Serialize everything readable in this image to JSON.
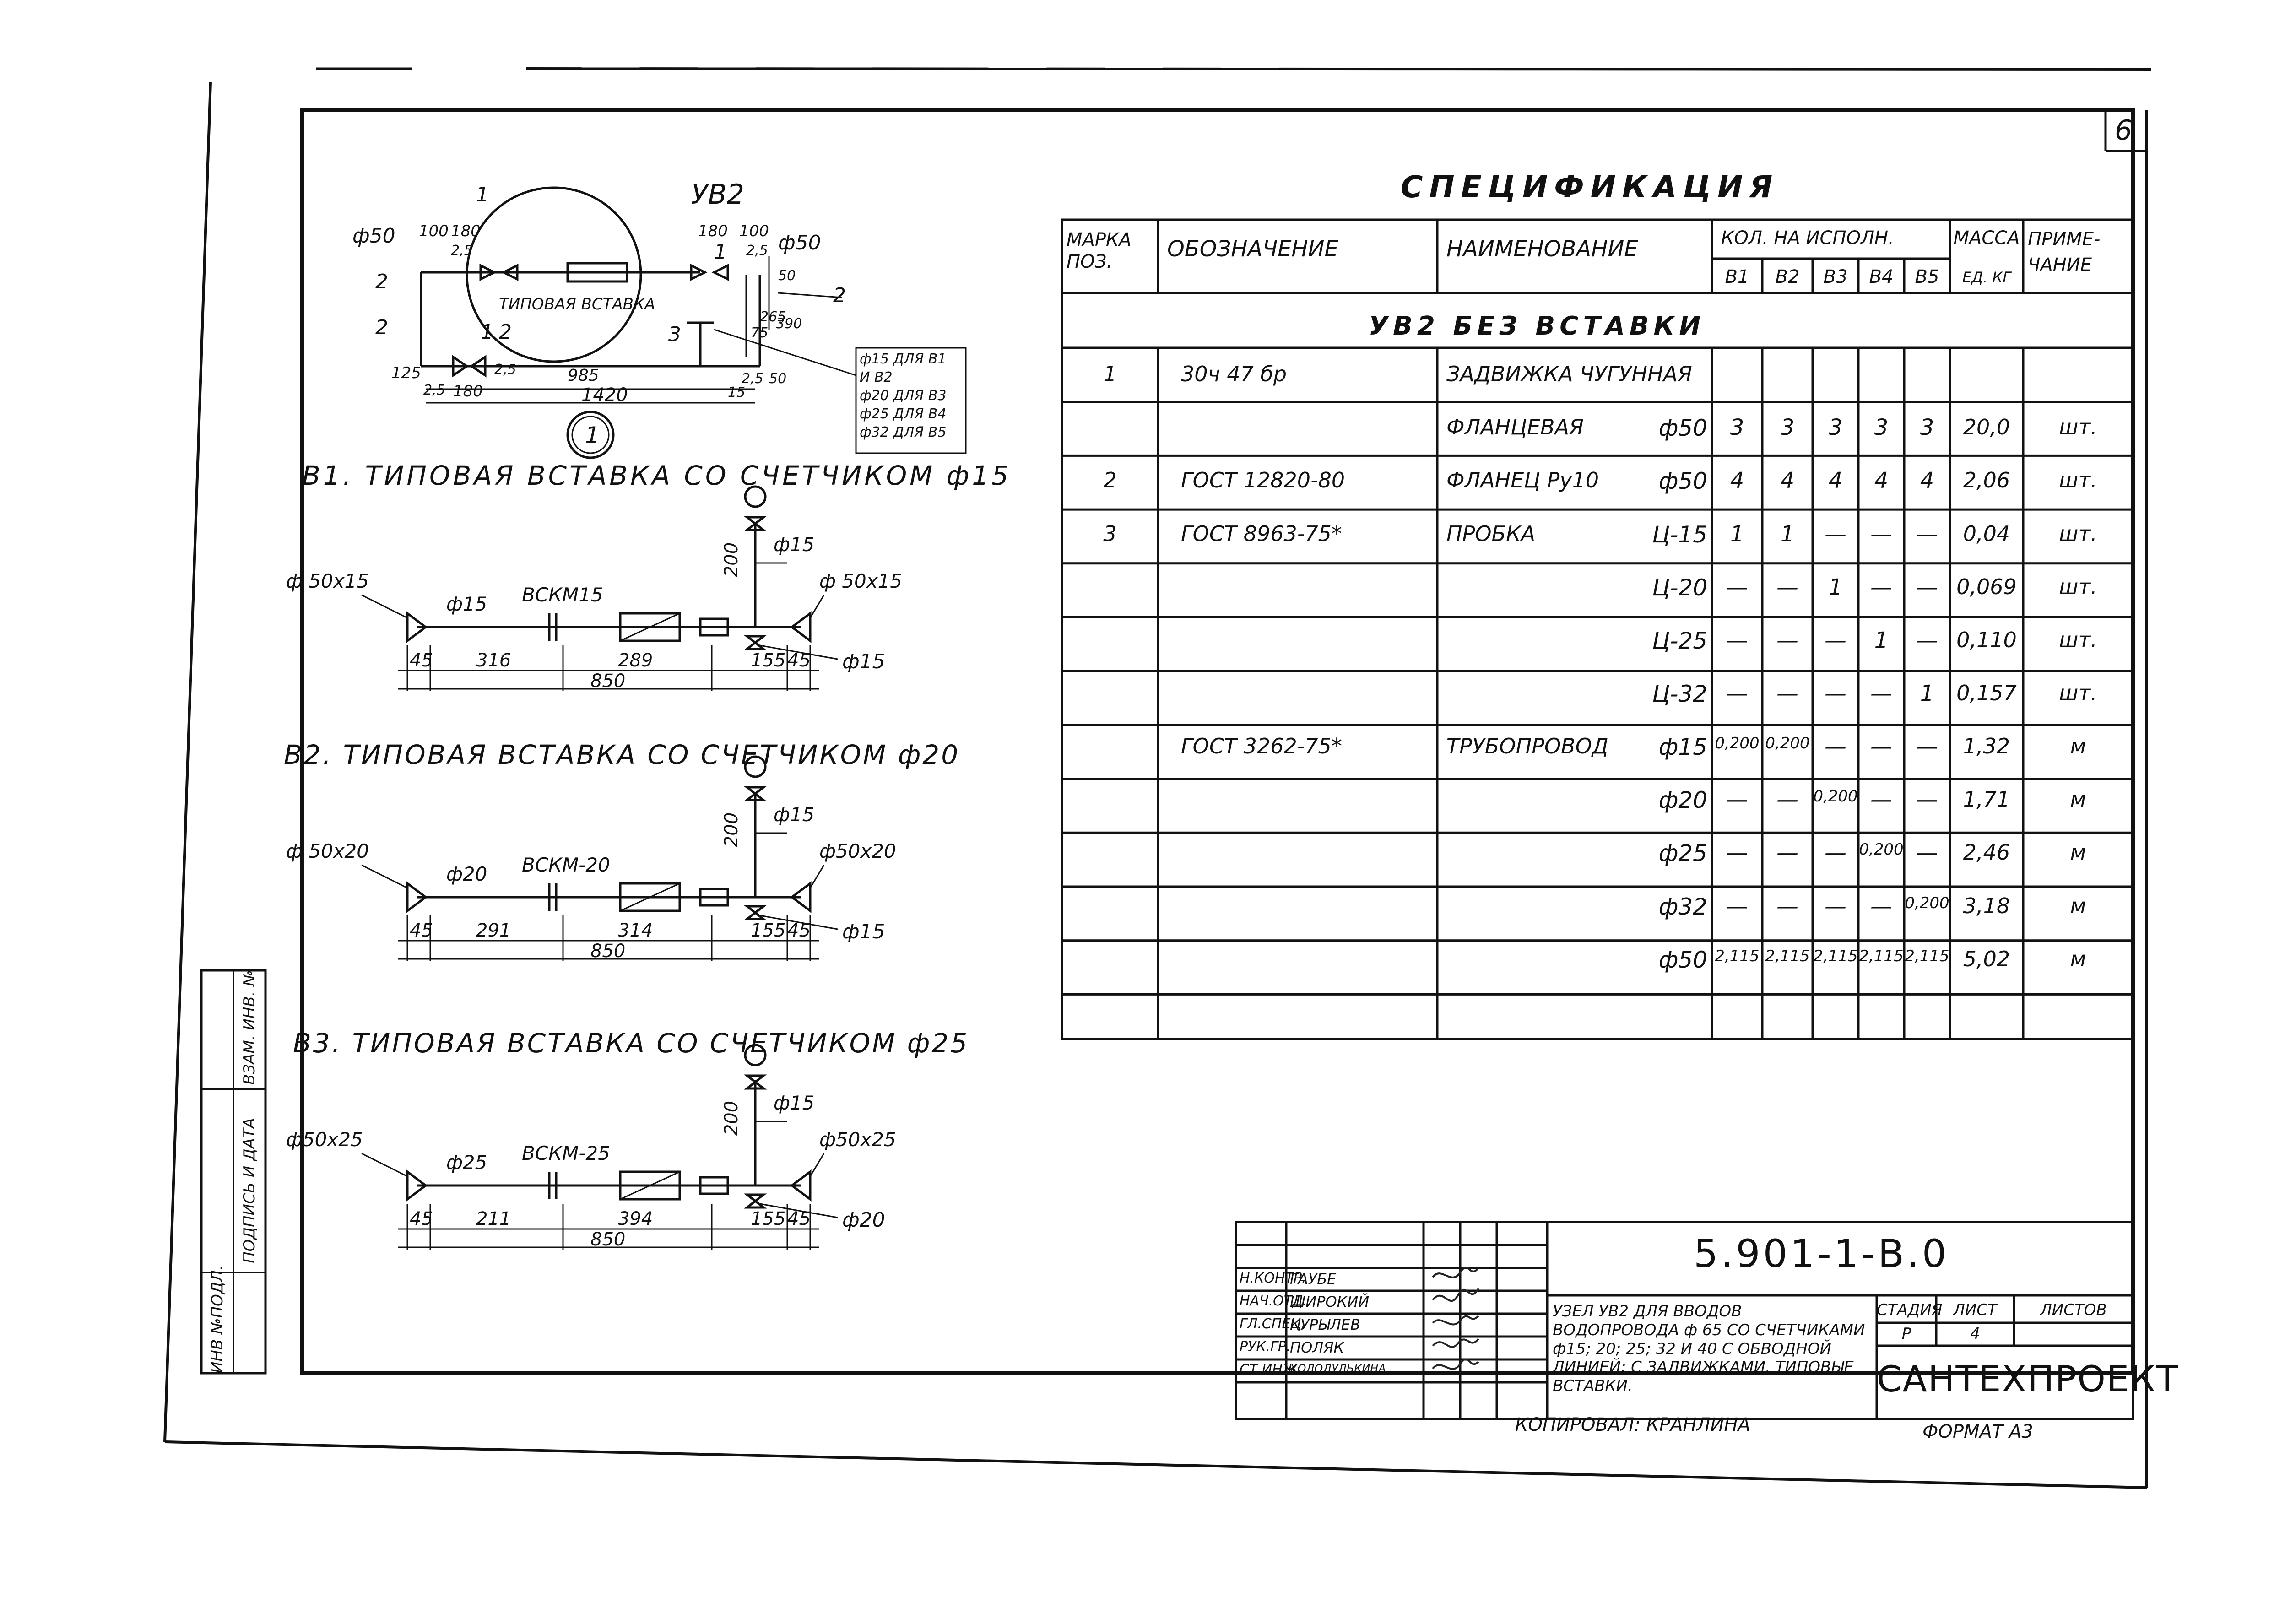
{
  "page": {
    "sheet_corner_number": "6"
  },
  "spec": {
    "title": "СПЕЦИФИКАЦИЯ",
    "headers": {
      "mark": "МАРКА ПОЗ.",
      "designation": "ОБОЗНАЧЕНИЕ",
      "name": "НАИМЕНОВАНИЕ",
      "qty": "КОЛ. НА ИСПОЛН.",
      "variants": [
        "В1",
        "В2",
        "В3",
        "В4",
        "В5"
      ],
      "mass": "МАССА",
      "mass_unit": "ЕД. КГ",
      "note": "ПРИМЕ- ЧАНИЕ"
    },
    "section_title": "УВ2 БЕЗ ВСТАВКИ",
    "rows": [
      {
        "mark": "1",
        "designation": "30ч 47 бр",
        "name": "ЗАДВИЖКА ЧУГУННАЯ",
        "size": "",
        "q": [
          "",
          "",
          "",
          "",
          ""
        ],
        "mass": "",
        "note": ""
      },
      {
        "mark": "",
        "designation": "",
        "name": "ФЛАНЦЕВАЯ",
        "size": "ф50",
        "q": [
          "3",
          "3",
          "3",
          "3",
          "3"
        ],
        "mass": "20,0",
        "note": "шт."
      },
      {
        "mark": "2",
        "designation": "ГОСТ 12820-80",
        "name": "ФЛАНЕЦ Ру10",
        "size": "ф50",
        "q": [
          "4",
          "4",
          "4",
          "4",
          "4"
        ],
        "mass": "2,06",
        "note": "шт."
      },
      {
        "mark": "3",
        "designation": "ГОСТ 8963-75*",
        "name": "ПРОБКА",
        "size": "Ц-15",
        "q": [
          "1",
          "1",
          "—",
          "—",
          "—"
        ],
        "mass": "0,04",
        "note": "шт."
      },
      {
        "mark": "",
        "designation": "",
        "name": "",
        "size": "Ц-20",
        "q": [
          "—",
          "—",
          "1",
          "—",
          "—"
        ],
        "mass": "0,069",
        "note": "шт."
      },
      {
        "mark": "",
        "designation": "",
        "name": "",
        "size": "Ц-25",
        "q": [
          "—",
          "—",
          "—",
          "1",
          "—"
        ],
        "mass": "0,110",
        "note": "шт."
      },
      {
        "mark": "",
        "designation": "",
        "name": "",
        "size": "Ц-32",
        "q": [
          "—",
          "—",
          "—",
          "—",
          "1"
        ],
        "mass": "0,157",
        "note": "шт."
      },
      {
        "mark": "",
        "designation": "ГОСТ 3262-75*",
        "name": "ТРУБОПРОВОД",
        "size": "ф15",
        "q": [
          "0,200",
          "0,200",
          "—",
          "—",
          "—"
        ],
        "mass": "1,32",
        "note": "м"
      },
      {
        "mark": "",
        "designation": "",
        "name": "",
        "size": "ф20",
        "q": [
          "—",
          "—",
          "0,200",
          "—",
          "—"
        ],
        "mass": "1,71",
        "note": "м"
      },
      {
        "mark": "",
        "designation": "",
        "name": "",
        "size": "ф25",
        "q": [
          "—",
          "—",
          "—",
          "0,200",
          "—"
        ],
        "mass": "2,46",
        "note": "м"
      },
      {
        "mark": "",
        "designation": "",
        "name": "",
        "size": "ф32",
        "q": [
          "—",
          "—",
          "—",
          "—",
          "0,200"
        ],
        "mass": "3,18",
        "note": "м"
      },
      {
        "mark": "",
        "designation": "",
        "name": "",
        "size": "ф50",
        "q": [
          "2,115",
          "2,115",
          "2,115",
          "2,115",
          "2,115"
        ],
        "mass": "5,02",
        "note": "м"
      },
      {
        "mark": "",
        "designation": "",
        "name": "",
        "size": "",
        "q": [
          "",
          "",
          "",
          "",
          ""
        ],
        "mass": "",
        "note": ""
      }
    ]
  },
  "drawings": {
    "main": {
      "title": "УВ2",
      "insert_label": "ТИПОВАЯ ВСТАВКА",
      "callouts": [
        "1",
        "2",
        "2",
        "3",
        "1",
        "2",
        "1",
        "2"
      ],
      "dims": [
        "ф50",
        "ф50",
        "100",
        "180",
        "180",
        "100",
        "2,5",
        "2,5",
        "265",
        "75",
        "390",
        "50",
        "125",
        "180",
        "2,5",
        "985",
        "1420",
        "15",
        "50",
        "2,5",
        "2,5"
      ],
      "legend": [
        "ф15 ДЛЯ В1",
        "И В2",
        "ф20 ДЛЯ В3",
        "ф25 ДЛЯ В4",
        "ф32 ДЛЯ В5"
      ],
      "detail_mark": "1"
    },
    "b1": {
      "title": "В1. ТИПОВАЯ ВСТАВКА СО СЧЕТЧИКОМ ф15",
      "pipe_left": "ф 50х15",
      "pipe_right": "ф 50х15",
      "pipe_size": "ф15",
      "meter": "ВСКМ15",
      "riser_size": "ф15",
      "bottom_size": "ф15",
      "h": "200",
      "dims": [
        "45",
        "316",
        "289",
        "155",
        "45"
      ],
      "total": "850"
    },
    "b2": {
      "title": "В2. ТИПОВАЯ ВСТАВКА СО СЧЕТЧИКОМ ф20",
      "pipe_left": "ф 50х20",
      "pipe_right": "ф50х20",
      "pipe_size": "ф20",
      "meter": "ВСКМ-20",
      "riser_size": "ф15",
      "bottom_size": "ф15",
      "h": "200",
      "dims": [
        "45",
        "291",
        "314",
        "155",
        "45"
      ],
      "total": "850"
    },
    "b3": {
      "title": "В3. ТИПОВАЯ ВСТАВКА СО СЧЕТЧИКОМ ф25",
      "pipe_left": "ф50х25",
      "pipe_right": "ф50х25",
      "pipe_size": "ф25",
      "meter": "ВСКМ-25",
      "riser_size": "ф15",
      "bottom_size": "ф20",
      "h": "200",
      "dims": [
        "45",
        "211",
        "394",
        "155",
        "45"
      ],
      "total": "850"
    }
  },
  "side_stamps": [
    "ИНВ №ПОДЛ.",
    "ПОДПИСЬ И ДАТА",
    "ВЗАМ. ИНВ. №"
  ],
  "title_block": {
    "code": "5.901-1-В.0",
    "roles": [
      "Н.КОНТР.",
      "НАЧ.ОТД.",
      "ГЛ.СПЕЦ.",
      "РУК.ГР.",
      "СТ.ИНЖ."
    ],
    "names": [
      "ГАУБЕ",
      "ШИРОКИЙ",
      "КУРЫЛЕВ",
      "ПОЛЯК",
      "ХОЛОДУЛЬКИНА"
    ],
    "description": "УЗЕЛ УВ2 ДЛЯ ВВОДОВ ВОДОПРОВОДА ф 65 СО СЧЕТЧИКАМИ ф15; 20; 25; 32 И 40 С ОБВОДНОЙ ЛИНИЕЙ; С ЗАДВИЖКАМИ. ТИПОВЫЕ ВСТАВКИ.",
    "stage_label": "СТАДИЯ",
    "stage": "Р",
    "sheet_label": "ЛИСТ",
    "sheet": "4",
    "sheets_label": "ЛИСТОВ",
    "sheets": "",
    "org": "САНТЕХПРОЕКТ"
  },
  "footer": {
    "copied": "КОПИРОВАЛ: КРАНЛИНА",
    "format": "ФОРМАТ А3"
  }
}
